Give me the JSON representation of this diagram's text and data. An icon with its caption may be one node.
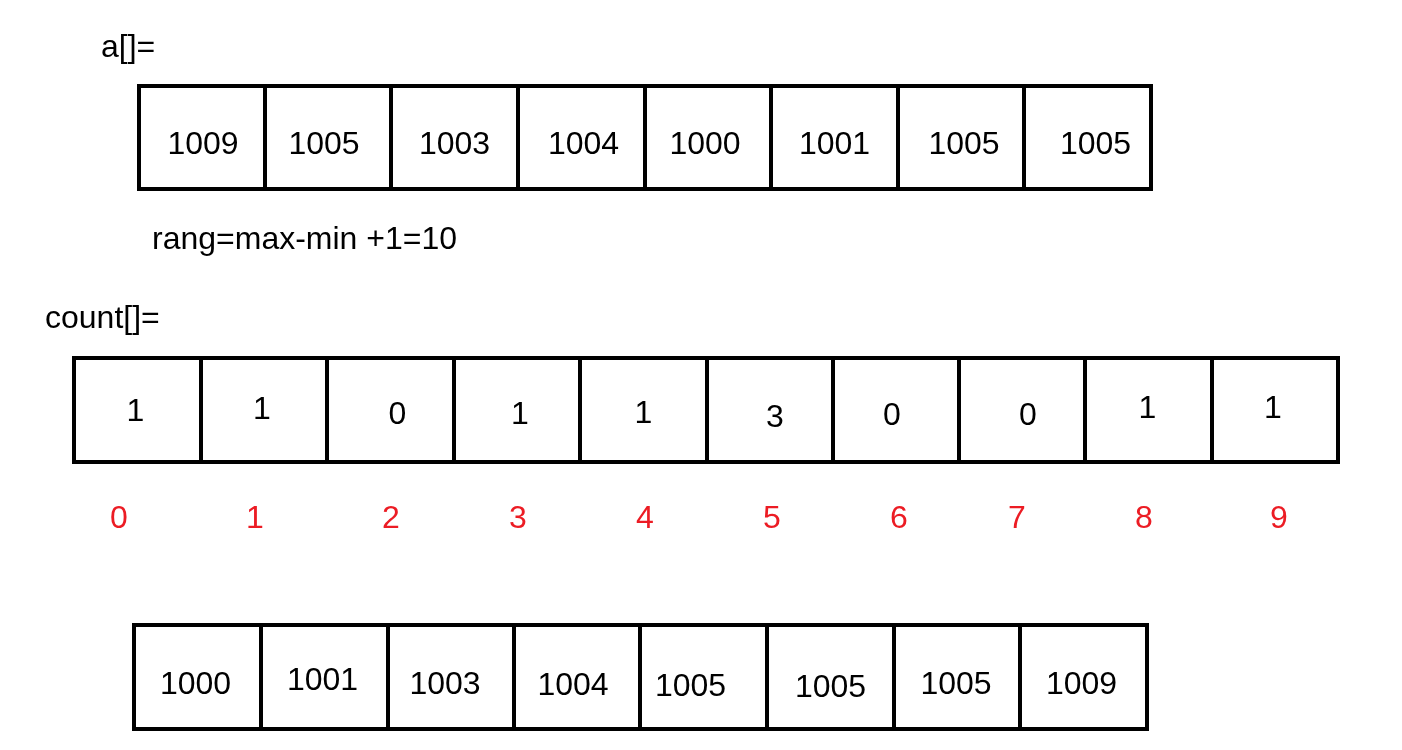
{
  "diagram": {
    "nodes": [
      {
        "text": [
          "1009"
        ]
      },
      {
        "text": [
          "1005"
        ]
      },
      {
        "text": [
          "1003"
        ]
      },
      {
        "text": [
          "1004"
        ]
      },
      {
        "text": [
          "1000"
        ]
      },
      {
        "text": [
          "1001"
        ]
      },
      {
        "text": [
          "1005"
        ]
      },
      {
        "text": [
          "1005"
        ]
      },
      {
        "text": [
          "1"
        ]
      },
      {
        "text": [
          "1"
        ]
      },
      {
        "text": [
          "0"
        ]
      },
      {
        "text": [
          "1"
        ]
      },
      {
        "text": [
          "1"
        ]
      },
      {
        "text": [
          "3"
        ]
      },
      {
        "text": [
          "0"
        ]
      },
      {
        "text": [
          "0"
        ]
      },
      {
        "text": [
          "1"
        ]
      },
      {
        "text": [
          "1"
        ]
      },
      {
        "text": [
          "1000"
        ]
      },
      {
        "text": [
          "1001"
        ]
      },
      {
        "text": [
          "1003"
        ]
      },
      {
        "text": [
          "1004"
        ]
      },
      {
        "text": [
          "1005"
        ]
      },
      {
        "text": [
          "1005"
        ]
      },
      {
        "text": [
          "1005"
        ]
      },
      {
        "text": [
          "1009"
        ]
      }
    ],
    "labels": [
      "a[]=",
      "rang=max-min +1=10",
      "count[]=",
      "0",
      "1",
      "2",
      "3",
      "4",
      "5",
      "6",
      "7",
      "8",
      "9"
    ]
  }
}
